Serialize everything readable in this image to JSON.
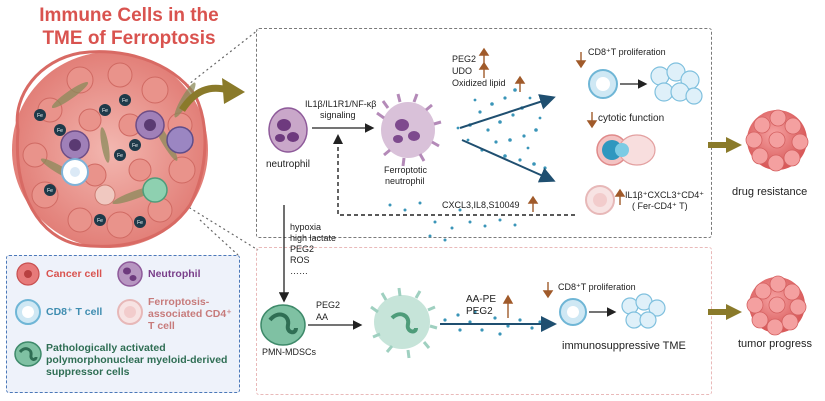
{
  "title": {
    "line1": "Immune Cells in the",
    "line2": "TME of Ferroptosis"
  },
  "tumor_marker": "Fe",
  "upper_panel": {
    "neutrophil": "neutrophil",
    "signaling_line1": "IL1β/IL1R1/NF-κβ",
    "signaling_line2": "signaling",
    "ferroptotic_line1": "Ferroptotic",
    "ferroptotic_line2": "neutrophil",
    "mediators": [
      "PEG2",
      "UDO",
      "Oxidized lipid"
    ],
    "cd8_proliferation": "CD8⁺T proliferation",
    "cytotic_function": "cytotic function",
    "fer_cd4_line1": "IL1β⁺CXCL3⁺CD4⁺",
    "fer_cd4_line2": "( Fer-CD4⁺ T)",
    "chemokines": "CXCL3,IL8,S10049",
    "outcome": "drug resistance"
  },
  "lower_panel": {
    "inducers": [
      "hypoxia",
      "high lactate",
      "PEG2",
      "ROS",
      "……"
    ],
    "pmn_label": "PMN-MDSCs",
    "pmn_mediators": [
      "PEG2",
      "AA"
    ],
    "lipid_mediators": [
      "AA-PE",
      "PEG2"
    ],
    "cd8_proliferation": "CD8⁺T proliferation",
    "immunosuppressive": "immunosuppressive TME",
    "outcome": "tumor progress"
  },
  "legend": {
    "cancer_cell": "Cancer cell",
    "neutrophil": "Neutrophil",
    "cd8": "CD8⁺ T cell",
    "fer_cd4_line1": "Ferroptosis-",
    "fer_cd4_line2": "associated CD4⁺",
    "fer_cd4_line3": "T cell",
    "pmn_line1": "Pathologically activated",
    "pmn_line2": "polymorphonuclear myeloid-derived",
    "pmn_line3": "suppressor cells"
  },
  "colors": {
    "title": "#d9534f",
    "cancer": "#e46a6a",
    "neutrophil": "#8e5a9a",
    "cd8": "#6fb6d6",
    "pmn": "#5aa08a",
    "arrow_gold": "#8a7a2a",
    "arrow_navy": "#1f4f70"
  }
}
